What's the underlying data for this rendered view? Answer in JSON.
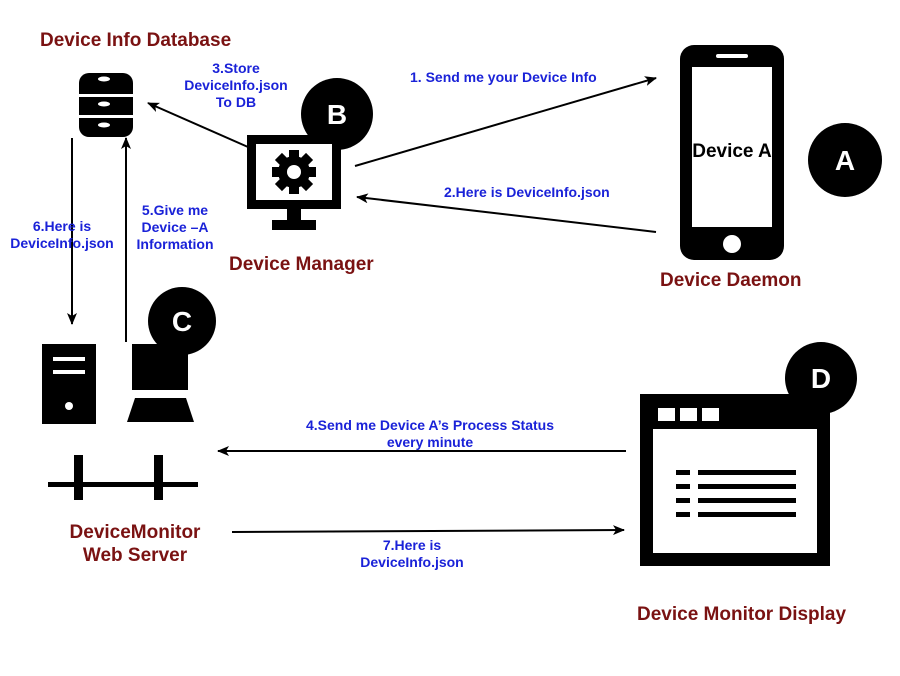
{
  "components": {
    "database": "Device Info Database",
    "manager": "Device Manager",
    "daemon": "Device Daemon",
    "webserver_line1": "DeviceMonitor",
    "webserver_line2": "Web Server",
    "display": "Device Monitor Display"
  },
  "device_label": "Device A",
  "badges": {
    "a": "A",
    "b": "B",
    "c": "C",
    "d": "D"
  },
  "messages": {
    "m1": "1. Send me your Device Info",
    "m2": "2.Here is DeviceInfo.json",
    "m3": [
      "3.Store",
      "DeviceInfo.json",
      "To DB"
    ],
    "m4": [
      "4.Send me Device A’s Process Status",
      "every minute"
    ],
    "m5": [
      "5.Give me",
      "Device –A",
      "Information"
    ],
    "m6": [
      "6.Here is",
      "DeviceInfo.json"
    ],
    "m7": [
      "7.Here is",
      "DeviceInfo.json"
    ]
  },
  "colors": {
    "component_label": "#7a1212",
    "message_label": "#1a22d8",
    "icon": "#000000"
  },
  "icons": {
    "database": "database-icon",
    "manager": "monitor-gear-icon",
    "device": "smartphone-icon",
    "server": "server-tower-icon",
    "workstation": "workstation-icon",
    "network": "network-bus-icon",
    "display": "browser-window-icon"
  }
}
